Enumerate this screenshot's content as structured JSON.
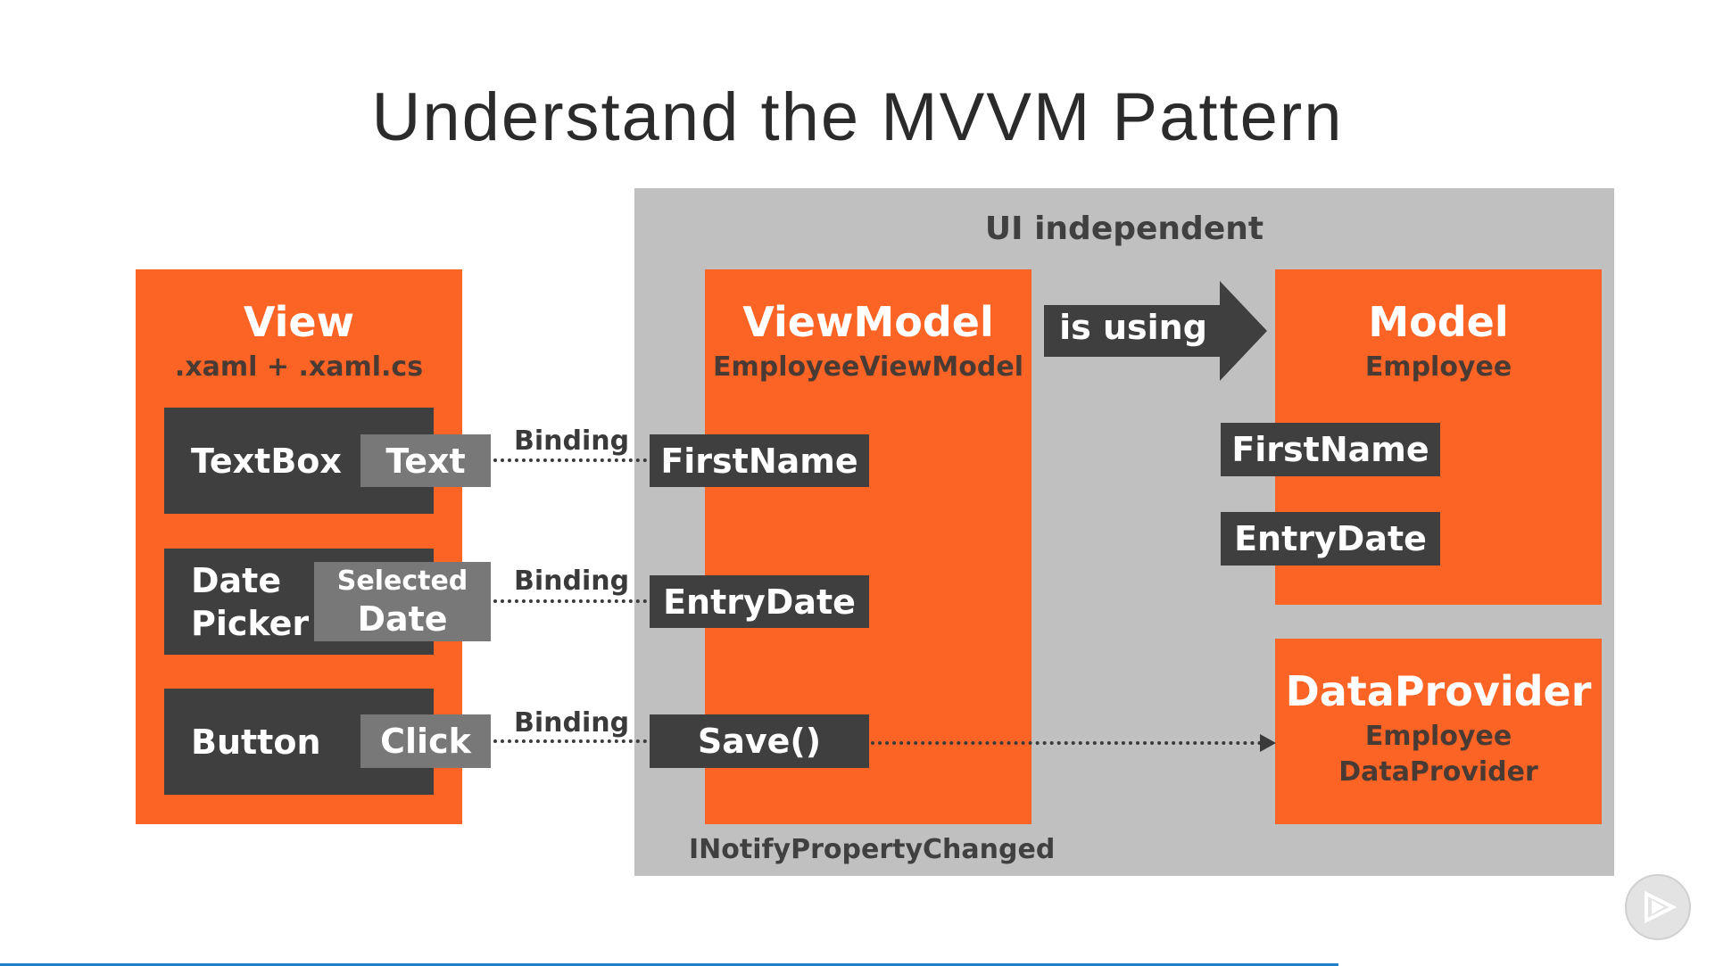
{
  "title": "Understand the MVVM Pattern",
  "ui_independent_label": "UI independent",
  "view": {
    "title": "View",
    "subtitle": ".xaml + .xaml.cs",
    "controls": [
      {
        "label": "TextBox",
        "property": "Text"
      },
      {
        "label_line1": "Date",
        "label_line2": "Picker",
        "property_line1": "Selected",
        "property_line2": "Date"
      },
      {
        "label": "Button",
        "property": "Click"
      }
    ]
  },
  "bindings": [
    "Binding",
    "Binding",
    "Binding"
  ],
  "viewmodel": {
    "title": "ViewModel",
    "subtitle": "EmployeeViewModel",
    "members": [
      "FirstName",
      "EntryDate",
      "Save()"
    ],
    "interface": "INotifyPropertyChanged"
  },
  "arrow_label": "is using",
  "model": {
    "title": "Model",
    "subtitle": "Employee",
    "members": [
      "FirstName",
      "EntryDate"
    ]
  },
  "dataprovider": {
    "title": "DataProvider",
    "subtitle_line1": "Employee",
    "subtitle_line2": "DataProvider"
  },
  "colors": {
    "orange": "#fb6424",
    "panel_gray": "#c0c0c0",
    "dark_box": "#3f3f3f",
    "property_box": "#787878"
  },
  "icons": {
    "play": "play-logo-icon"
  }
}
